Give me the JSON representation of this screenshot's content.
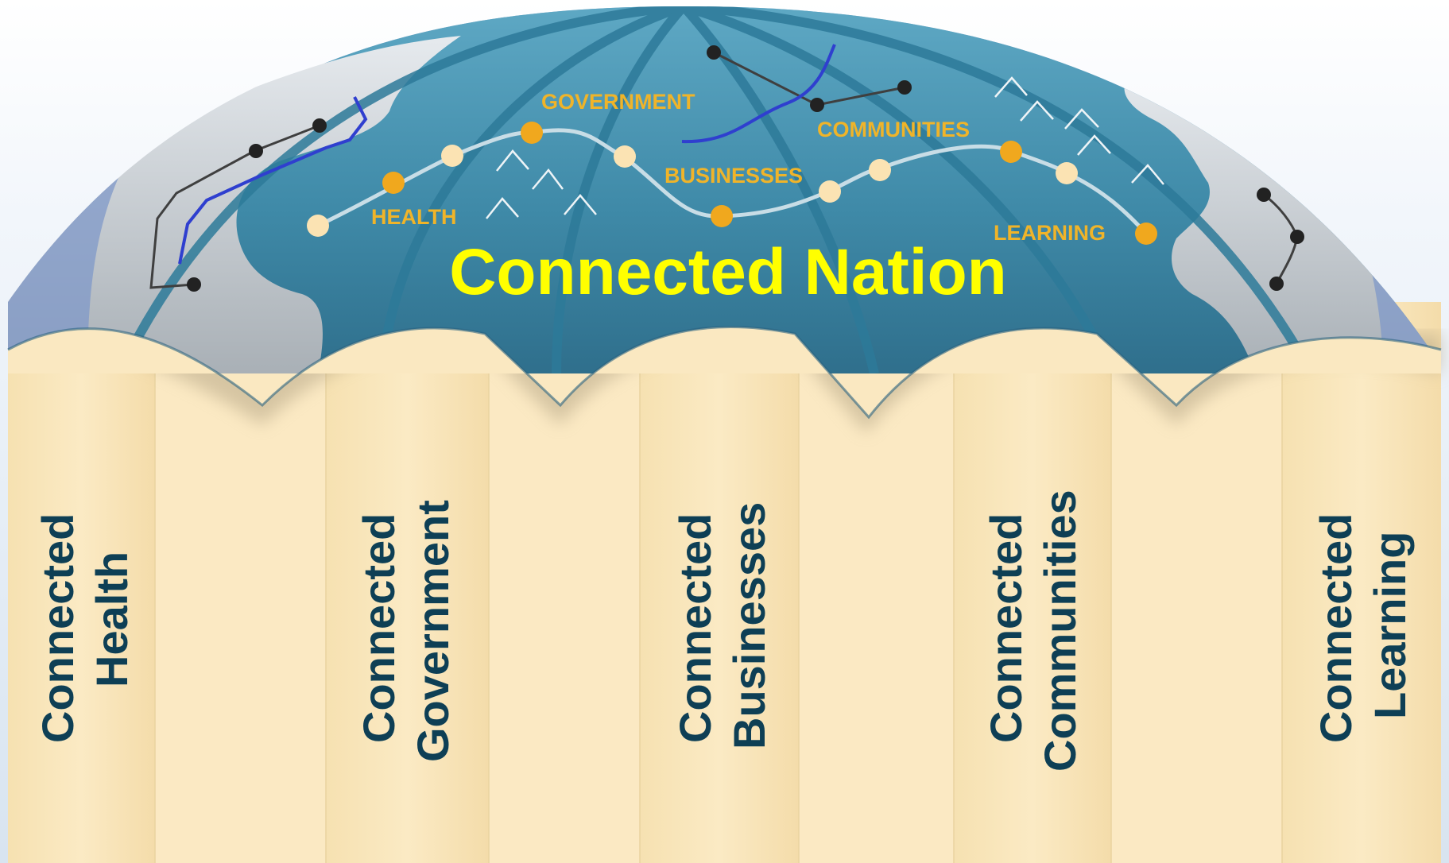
{
  "diagram": {
    "title": "Connected Nation",
    "sector_labels": [
      "GOVERNMENT",
      "COMMUNITIES",
      "BUSINESSES",
      "HEALTH",
      "LEARNING"
    ],
    "columns": [
      {
        "line1": "Connected",
        "line2": "Health"
      },
      {
        "line1": "Connected",
        "line2": "Government"
      },
      {
        "line1": "Connected",
        "line2": "Businesses"
      },
      {
        "line1": "Connected",
        "line2": "Communities"
      },
      {
        "line1": "Connected",
        "line2": "Learning"
      }
    ],
    "colors": {
      "ocean": "#3f8fab",
      "land": "#c9ced3",
      "pillar": "#fae8c0",
      "title": "#ffff00",
      "sector_label": "#f0b429",
      "column_text": "#0e3f55",
      "route_line": "#2f3fcf"
    }
  }
}
